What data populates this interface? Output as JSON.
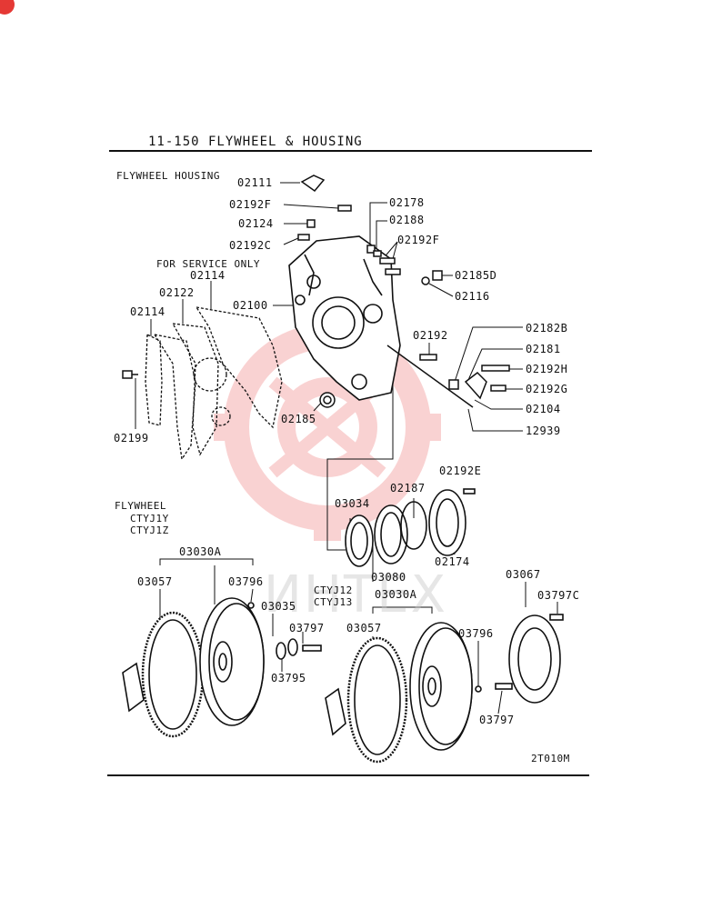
{
  "header": {
    "title": "11-150  FLYWHEEL & HOUSING"
  },
  "sections": {
    "housing_title": "FLYWHEEL HOUSING",
    "service_note": "FOR SERVICE ONLY",
    "flywheel_title": "FLYWHEEL",
    "flywheel_models_left": [
      "CTYJ1Y",
      "CTYJ1Z"
    ],
    "flywheel_models_right": [
      "CTYJ12",
      "CTYJ13"
    ]
  },
  "labels": {
    "p02111": "02111",
    "p02192F_a": "02192F",
    "p02124": "02124",
    "p02192C": "02192C",
    "p02178": "02178",
    "p02188": "02188",
    "p02192F_b": "02192F",
    "p02185D": "02185D",
    "p02116": "02116",
    "p02114_a": "02114",
    "p02122": "02122",
    "p02100": "02100",
    "p02114_b": "02114",
    "p02199": "02199",
    "p02185": "02185",
    "p02192": "02192",
    "p02182B": "02182B",
    "p02181": "02181",
    "p02192H": "02192H",
    "p02192G": "02192G",
    "p02104": "02104",
    "p12939": "12939",
    "p02192E": "02192E",
    "p02187": "02187",
    "p03034": "03034",
    "p03080": "03080",
    "p02174": "02174",
    "p03030A_a": "03030A",
    "p03057_a": "03057",
    "p03796_a": "03796",
    "p03035": "03035",
    "p03797_a": "03797",
    "p03795": "03795",
    "p03030A_b": "03030A",
    "p03057_b": "03057",
    "p03796_b": "03796",
    "p03067": "03067",
    "p03797C": "03797C",
    "p03797_b": "03797"
  },
  "figure_code": "2T010M",
  "watermark_text": "ИНТЕХ",
  "colors": {
    "ink": "#111111",
    "watermark": "#f08080",
    "badge": "#e53935"
  }
}
